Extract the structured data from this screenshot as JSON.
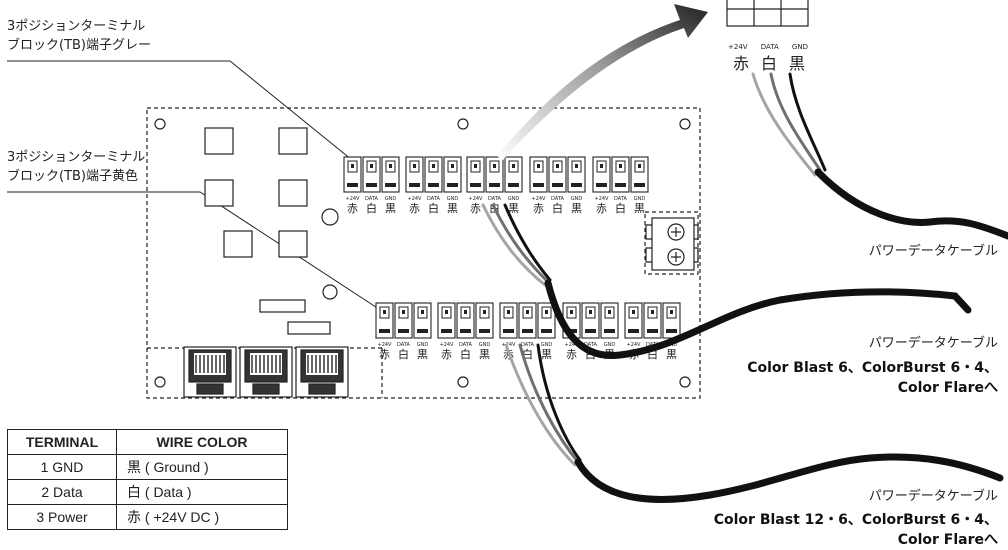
{
  "labels": {
    "tb_gray_line1": "3ポジションターミナル",
    "tb_gray_line2": "ブロック(TB)端子グレー",
    "tb_yellow_line1": "3ポジションターミナル",
    "tb_yellow_line2": "ブロック(TB)端子黄色",
    "pin_pos": "+24V",
    "pin_data": "DATA",
    "pin_gnd": "GND",
    "kanji_red": "赤",
    "kanji_white": "白",
    "kanji_black": "黒",
    "cable1": "パワーデータケーブル",
    "cable2": "パワーデータケーブル",
    "cable2_dest1": "Color Blast 6、ColorBurst 6・4、",
    "cable2_dest2": "Color Flareへ",
    "cable3": "パワーデータケーブル",
    "cable3_dest1": "Color Blast 12・6、ColorBurst 6・4、",
    "cable3_dest2": "Color Flareへ"
  },
  "legend": {
    "headers": [
      "TERMINAL",
      "WIRE COLOR"
    ],
    "rows": [
      [
        "1 GND",
        "黒 ( Ground )"
      ],
      [
        "2 Data",
        "白 ( Data )"
      ],
      [
        "3 Power",
        "赤 ( +24V DC )"
      ]
    ]
  },
  "colors": {
    "wire_red": "#9a9a9a",
    "wire_white": "#6f6f6f",
    "wire_black": "#111111",
    "line": "#222222",
    "arrow_gradient_start": "#ffffff",
    "arrow_gradient_end": "#222222"
  }
}
